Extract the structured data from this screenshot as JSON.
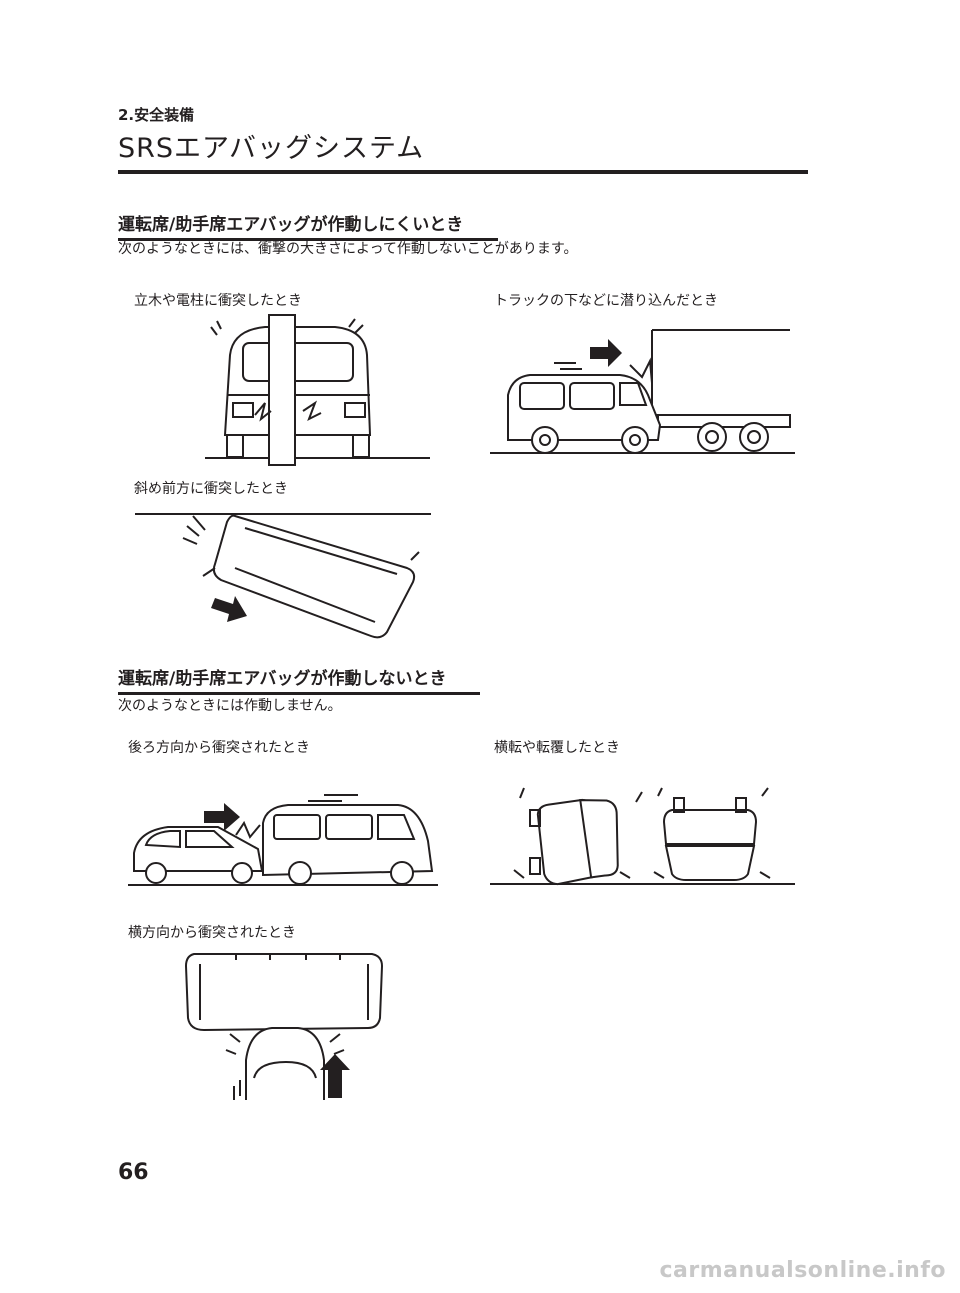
{
  "header": {
    "chapter": "2.安全装備",
    "title": "SRSエアバッグシステム"
  },
  "section1": {
    "heading": "運転席/助手席エアバッグが作動しにくいとき",
    "description": "次のようなときには、衝撃の大きさによって作動しないことがあります。",
    "figures": [
      {
        "caption": "立木や電柱に衝突したとき"
      },
      {
        "caption": "トラックの下などに潜り込んだとき"
      },
      {
        "caption": "斜め前方に衝突したとき"
      }
    ]
  },
  "section2": {
    "heading": "運転席/助手席エアバッグが作動しないとき",
    "description": "次のようなときには作動しません。",
    "figures": [
      {
        "caption": "後ろ方向から衝突されたとき"
      },
      {
        "caption": "横転や転覆したとき"
      },
      {
        "caption": "横方向から衝突されたとき"
      }
    ]
  },
  "footer": {
    "page_number": "66",
    "watermark": "carmanualsonline.info"
  }
}
